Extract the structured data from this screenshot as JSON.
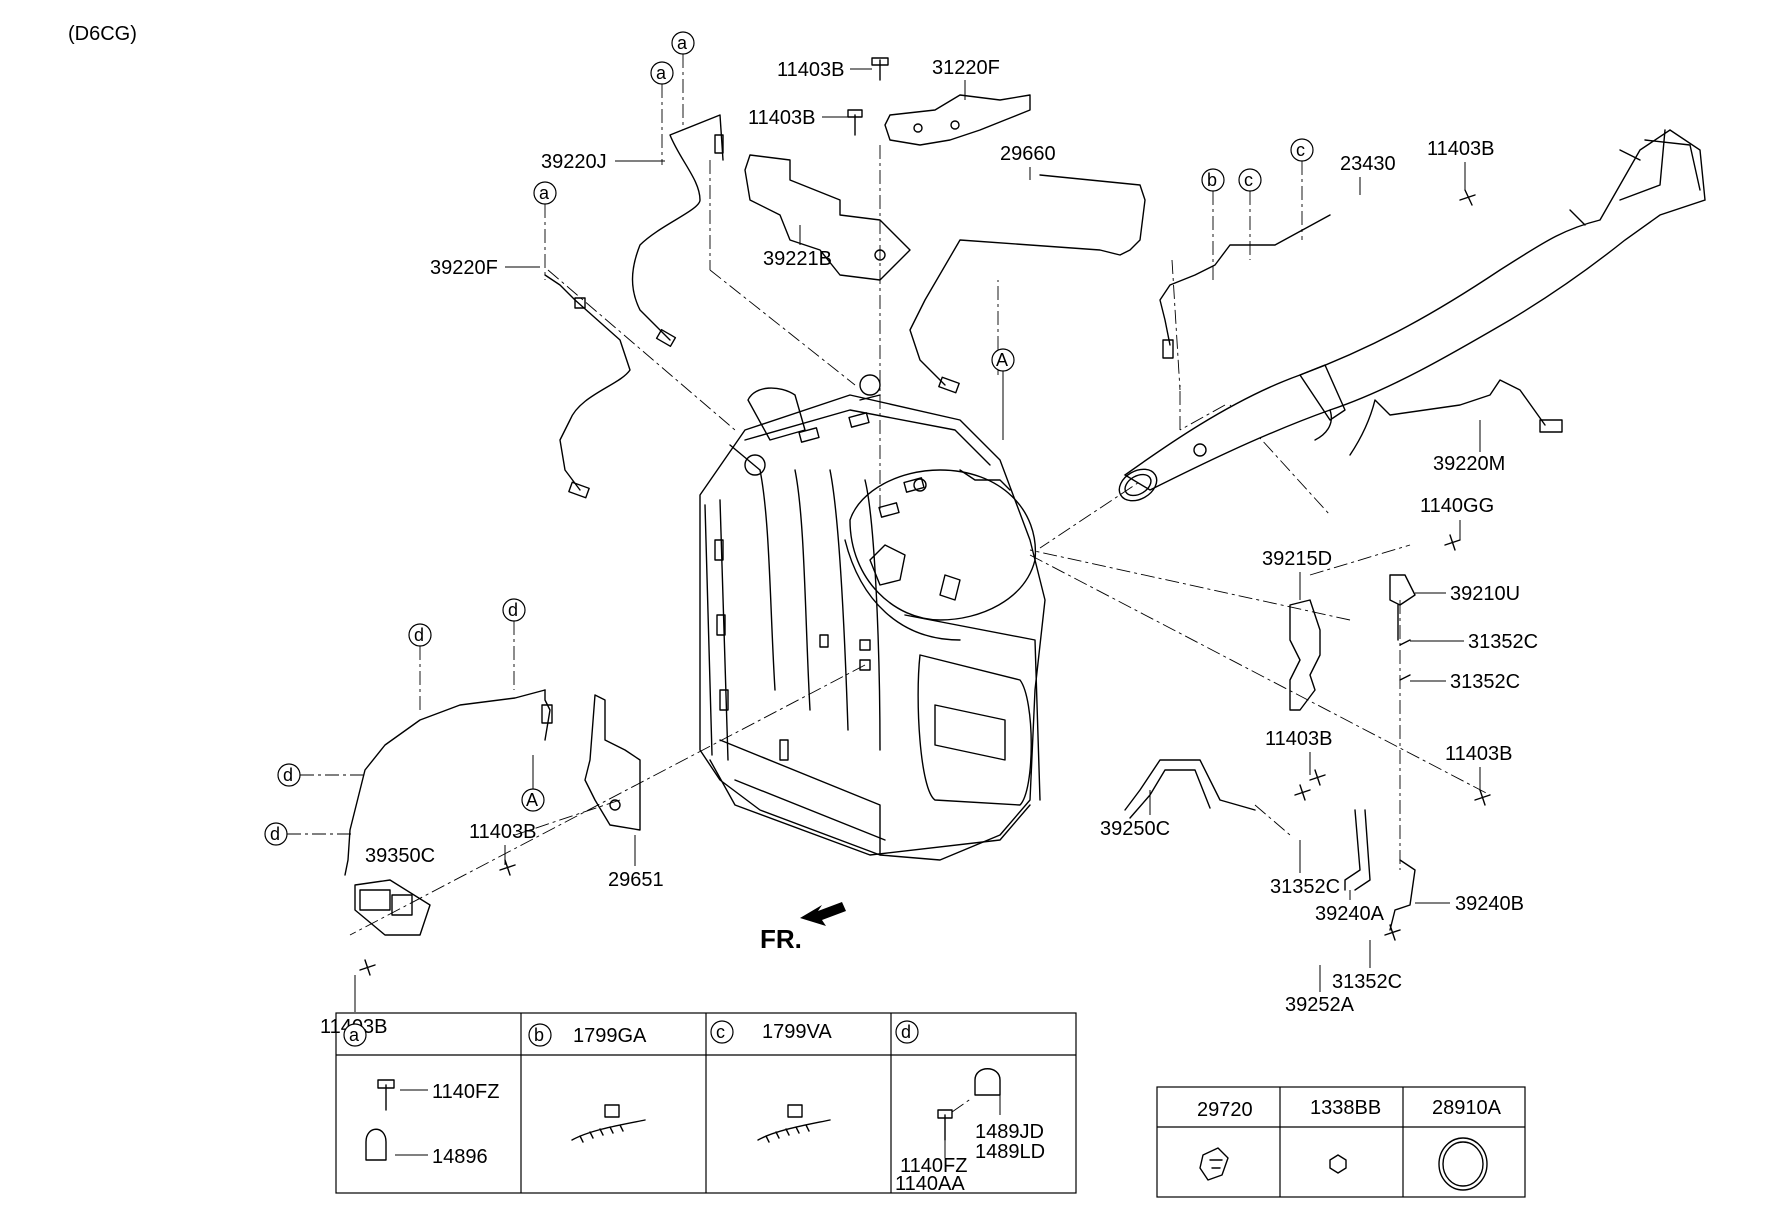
{
  "engine_code": "(D6CG)",
  "front_indicator": "FR.",
  "ref_letters": {
    "a": "a",
    "b": "b",
    "c": "c",
    "d": "d",
    "A": "A"
  },
  "part_labels": {
    "p11403B_top1": "11403B",
    "p11403B_top2": "11403B",
    "p31220F": "31220F",
    "p29660": "29660",
    "p39220J": "39220J",
    "p39221B": "39221B",
    "p39220F": "39220F",
    "p23430": "23430",
    "p11403B_right_top": "11403B",
    "p39220M": "39220M",
    "p1140GG": "1140GG",
    "p39215D": "39215D",
    "p39210U": "39210U",
    "p31352C_1": "31352C",
    "p31352C_2": "31352C",
    "p11403B_mid": "11403B",
    "p11403B_right": "11403B",
    "p39250C": "39250C",
    "p31352C_3": "31352C",
    "p39240A": "39240A",
    "p39240B": "39240B",
    "p31352C_4": "31352C",
    "p39252A": "39252A",
    "p39350C": "39350C",
    "p11403B_left": "11403B",
    "p29651": "29651",
    "p11403B_bottom": "11403B"
  },
  "legend_table": {
    "columns": [
      {
        "ref": "a",
        "title": "",
        "parts": [
          "1140FZ",
          "14896"
        ]
      },
      {
        "ref": "b",
        "title": "1799GA",
        "parts": []
      },
      {
        "ref": "c",
        "title": "1799VA",
        "parts": []
      },
      {
        "ref": "d",
        "title": "",
        "parts": [
          "1489JD",
          "1489LD",
          "1140FZ",
          "1140AA"
        ]
      }
    ]
  },
  "hardware_table": {
    "headers": [
      "29720",
      "1338BB",
      "28910A"
    ]
  }
}
